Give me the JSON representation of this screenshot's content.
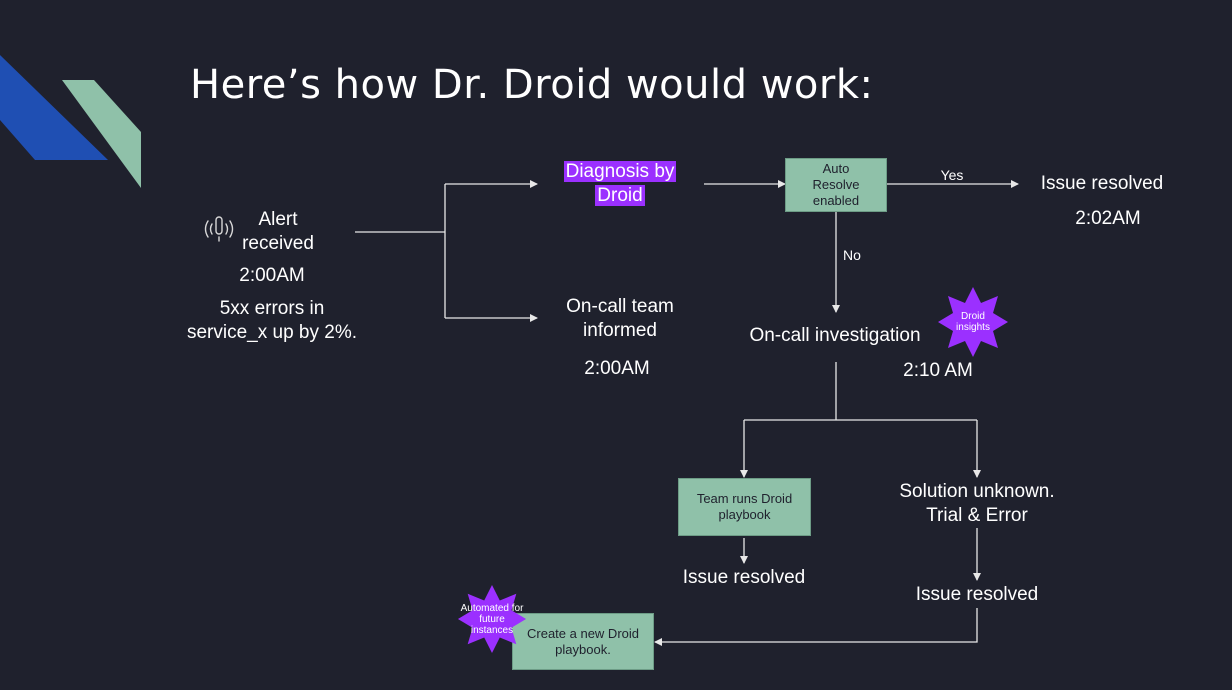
{
  "title": "Here’s how Dr. Droid would work:",
  "colors": {
    "background": "#1f212d",
    "box_fill": "#8fc1a9",
    "highlight": "#9b30ff",
    "accent_blue": "#1f4fb3",
    "accent_green": "#8fc1a9",
    "line": "#e8e8e8"
  },
  "alert": {
    "icon": "alert-signal-icon",
    "line1": "Alert",
    "line2": "received",
    "time": "2:00AM",
    "desc1": "5xx errors in",
    "desc2": "service_x up by 2%."
  },
  "diagnosis": {
    "line1": "Diagnosis by",
    "line2": "Droid"
  },
  "auto_resolve": {
    "line1": "Auto",
    "line2": "Resolve",
    "line3": "enabled"
  },
  "yes_label": "Yes",
  "no_label": "No",
  "issue_resolved_top": {
    "label": "Issue resolved",
    "time": "2:02AM"
  },
  "oncall_team": {
    "line1": "On-call team",
    "line2": "informed",
    "time": "2:00AM"
  },
  "oncall_investigation": {
    "label": "On-call investigation",
    "time": "2:10 AM"
  },
  "droid_insights": {
    "line1": "Droid",
    "line2": "insights"
  },
  "team_playbook": {
    "line1": "Team runs Droid",
    "line2": "playbook"
  },
  "issue_resolved_left": "Issue resolved",
  "solution_unknown": {
    "line1": "Solution unknown.",
    "line2": "Trial & Error"
  },
  "issue_resolved_right": "Issue resolved",
  "create_playbook": {
    "line1": "Create a new Droid",
    "line2": "playbook."
  },
  "automated": {
    "line1": "Automated for",
    "line2": "future",
    "line3": "instances"
  }
}
